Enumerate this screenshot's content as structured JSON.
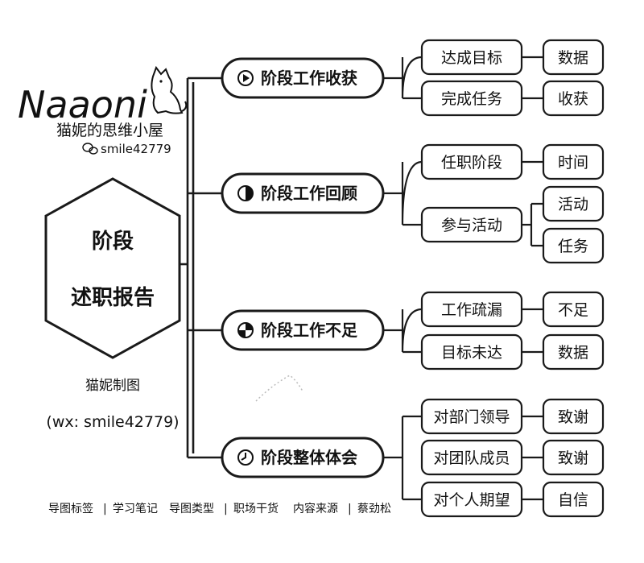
{
  "logo": {
    "script_text": "Naaoni",
    "subtitle": "猫妮的思维小屋",
    "wechat": "smile42779"
  },
  "center": {
    "line1": "阶段",
    "line2": "述职报告"
  },
  "credit": {
    "author": "猫妮制图",
    "contact": "(wx: smile42779)"
  },
  "branches": [
    {
      "label": "阶段工作收获",
      "icon": "play-icon",
      "children": [
        {
          "label": "达成目标",
          "leaves": [
            "数据"
          ]
        },
        {
          "label": "完成任务",
          "leaves": [
            "收获"
          ]
        }
      ]
    },
    {
      "label": "阶段工作回顾",
      "icon": "half-circle-icon",
      "children": [
        {
          "label": "任职阶段",
          "leaves": [
            "时间"
          ]
        },
        {
          "label": "参与活动",
          "leaves": [
            "活动",
            "任务"
          ]
        }
      ]
    },
    {
      "label": "阶段工作不足",
      "icon": "pie-chart-icon",
      "children": [
        {
          "label": "工作疏漏",
          "leaves": [
            "不足"
          ]
        },
        {
          "label": "目标未达",
          "leaves": [
            "数据"
          ]
        }
      ]
    },
    {
      "label": "阶段整体体会",
      "icon": "clock-icon",
      "children": [
        {
          "label": "对部门领导",
          "leaves": [
            "致谢"
          ]
        },
        {
          "label": "对团队成员",
          "leaves": [
            "致谢"
          ]
        },
        {
          "label": "对个人期望",
          "leaves": [
            "自信"
          ]
        }
      ]
    }
  ],
  "footer": {
    "items": [
      "导图标签",
      "学习笔记",
      "导图类型",
      "职场干货",
      "内容来源",
      "蔡劲松"
    ],
    "separator": "|"
  }
}
